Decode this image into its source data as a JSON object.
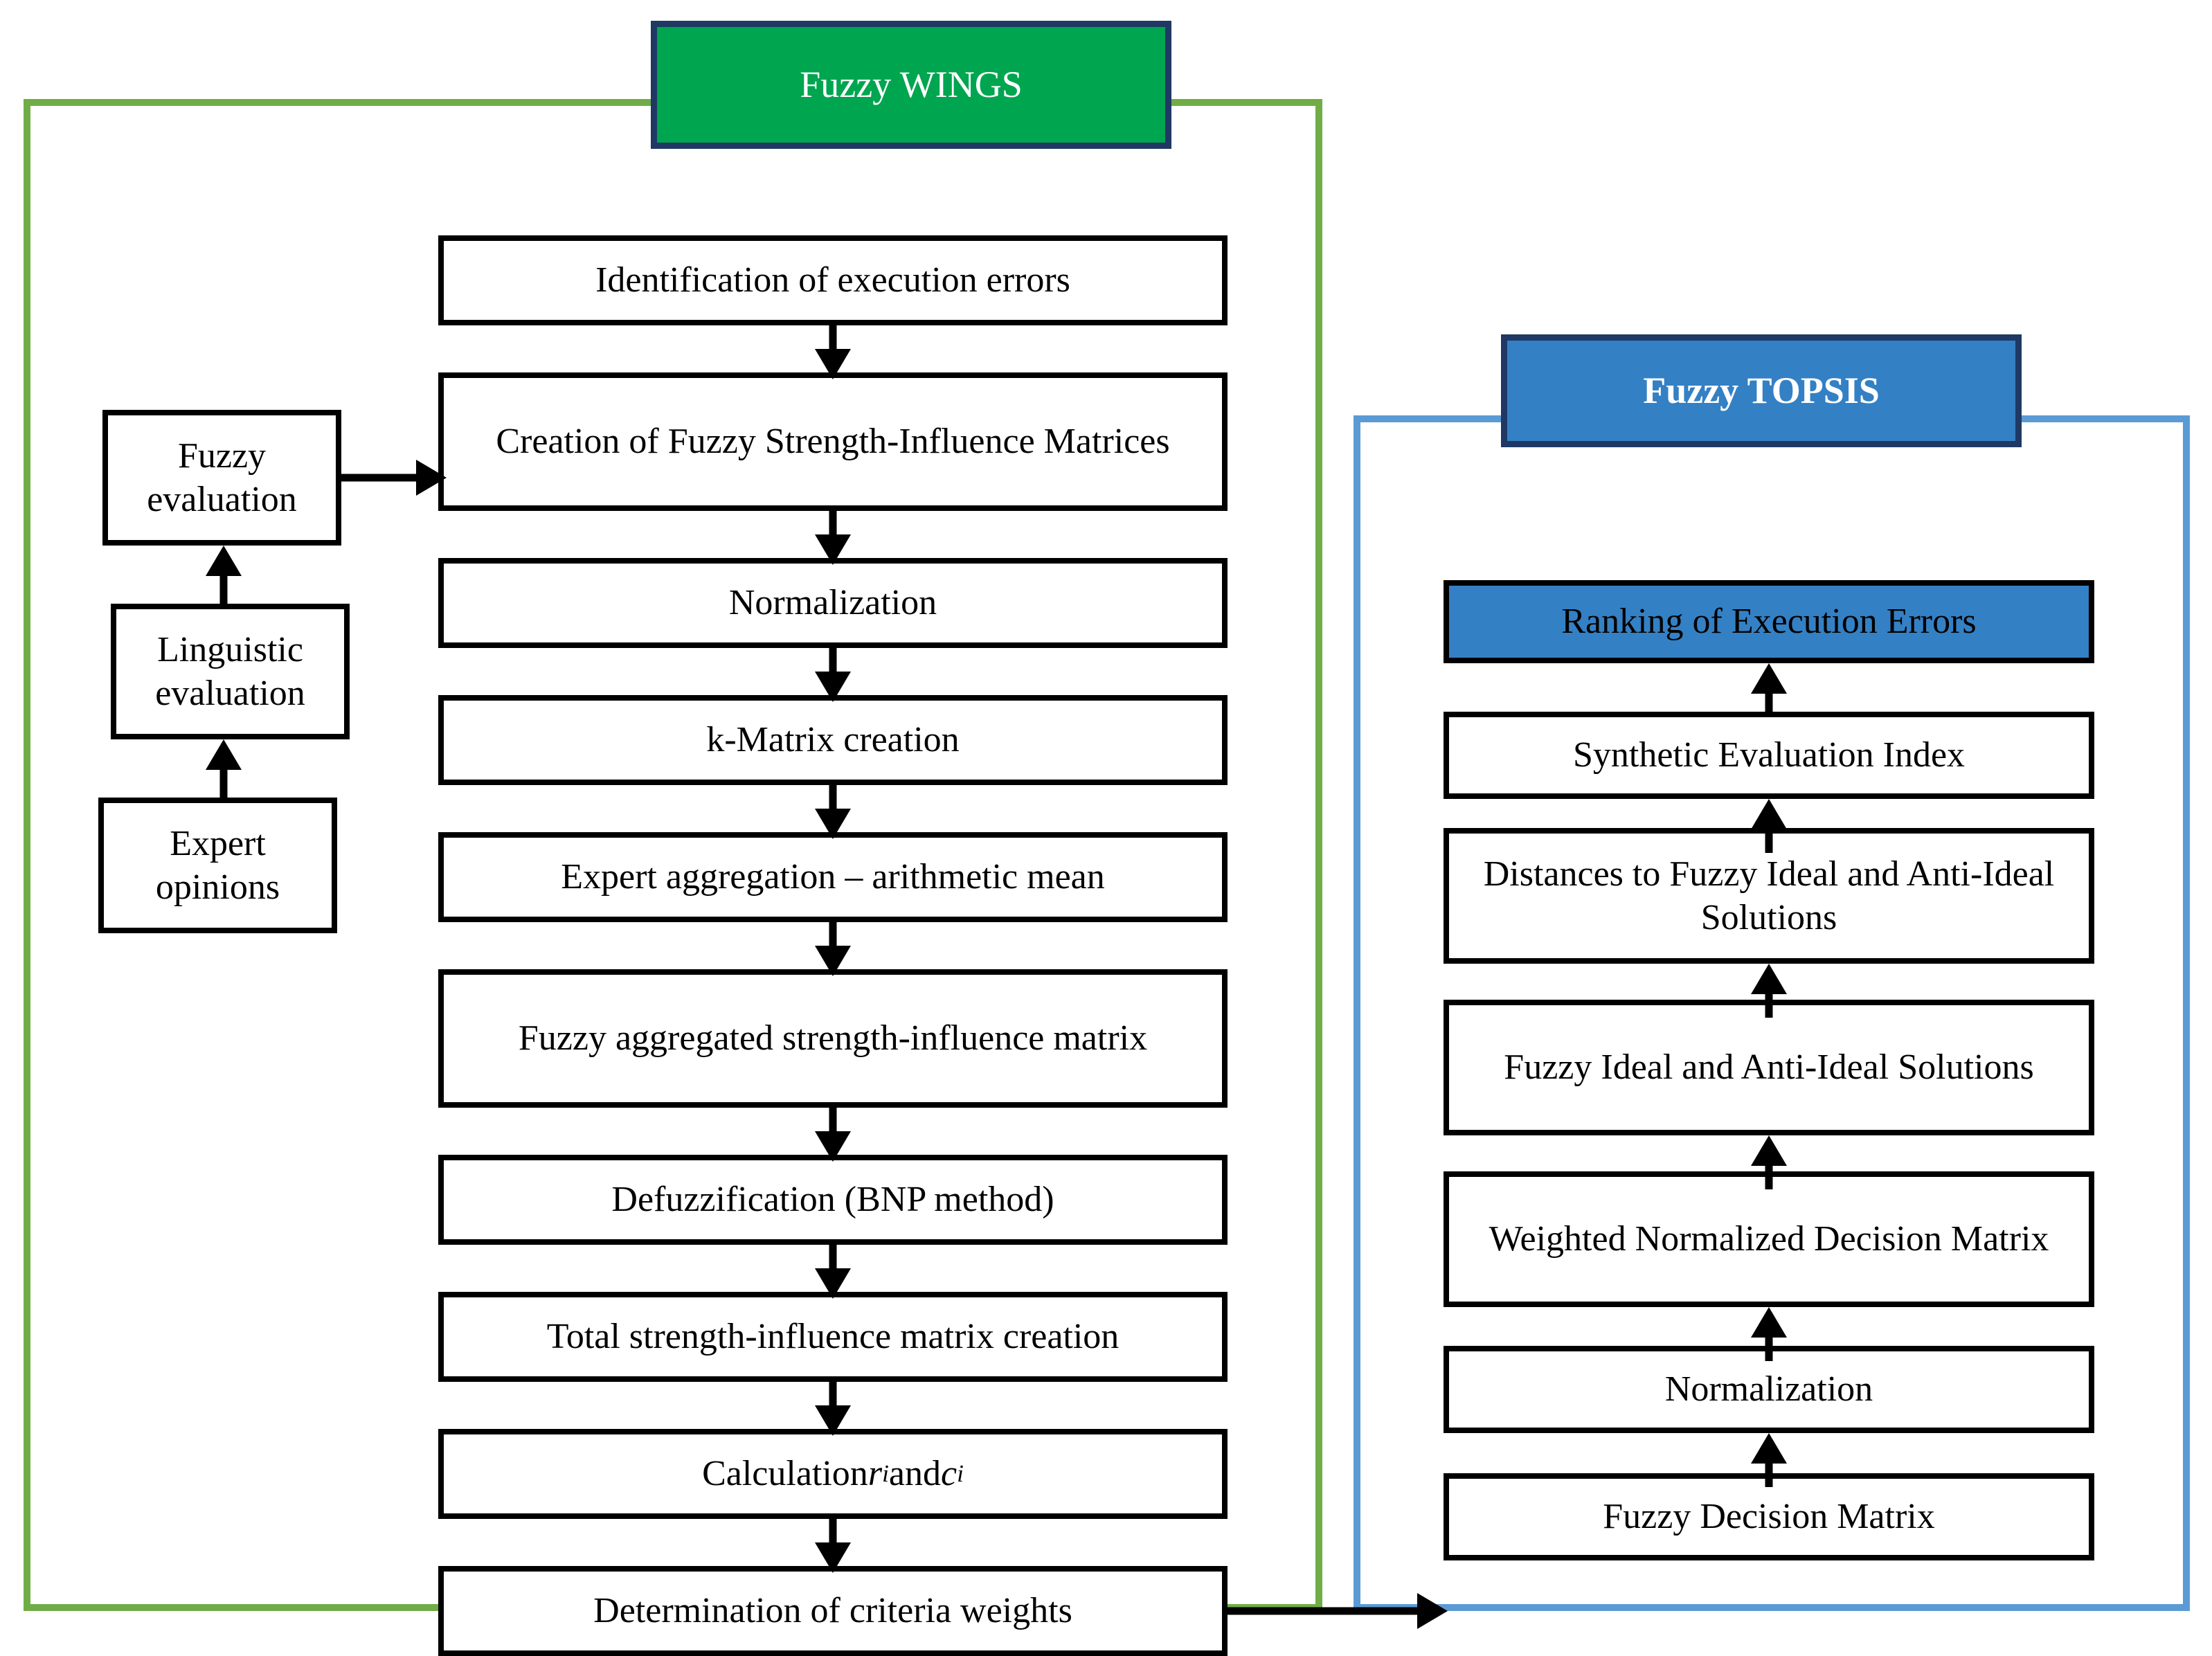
{
  "diagram": {
    "title": "Fuzzy WINGS and Fuzzy TOPSIS methodology flowchart",
    "colors": {
      "wings_group_border": "#70AD47",
      "topsis_group_border": "#5B9BD5",
      "wings_banner_fill": "#00A550",
      "topsis_banner_fill": "#3480C4",
      "banner_border": "#1F3864",
      "box_border": "#000000",
      "box_fill": "#FFFFFF",
      "highlight_fill": "#3480C4",
      "text": "#000000",
      "banner_text": "#FFFFFF"
    }
  },
  "wings": {
    "banner_label": "Fuzzy WINGS",
    "input_chain": [
      {
        "label": "Fuzzy evaluation"
      },
      {
        "label": "Linguistic evaluation"
      },
      {
        "label": "Expert opinions"
      }
    ],
    "steps": [
      {
        "label": "Identification of execution errors"
      },
      {
        "label": "Creation of Fuzzy Strength-Influence Matrices"
      },
      {
        "label": "Normalization"
      },
      {
        "label": "k-Matrix creation"
      },
      {
        "label": "Expert aggregation – arithmetic mean"
      },
      {
        "label": "Fuzzy aggregated strength-influence matrix"
      },
      {
        "label": "Defuzzification (BNP method)"
      },
      {
        "label": "Total strength-influence matrix creation"
      },
      {
        "label": "Calculation ri and ci",
        "label_prefix": "Calculation ",
        "sym1": "r",
        "sub1": "i",
        "mid": " and ",
        "sym2": "c",
        "sub2": "i"
      },
      {
        "label": "Determination of criteria weights"
      }
    ]
  },
  "topsis": {
    "banner_label": "Fuzzy TOPSIS",
    "steps_bottom_up": [
      {
        "label": "Fuzzy Decision Matrix"
      },
      {
        "label": "Normalization"
      },
      {
        "label": "Weighted Normalized Decision Matrix"
      },
      {
        "label": "Fuzzy Ideal and Anti-Ideal Solutions"
      },
      {
        "label": "Distances to Fuzzy Ideal and Anti-Ideal Solutions"
      },
      {
        "label": "Synthetic Evaluation Index"
      },
      {
        "label": "Ranking of Execution Errors",
        "highlighted": true
      }
    ]
  },
  "connector": {
    "from": "Determination of criteria weights",
    "to": "Fuzzy Decision Matrix"
  }
}
